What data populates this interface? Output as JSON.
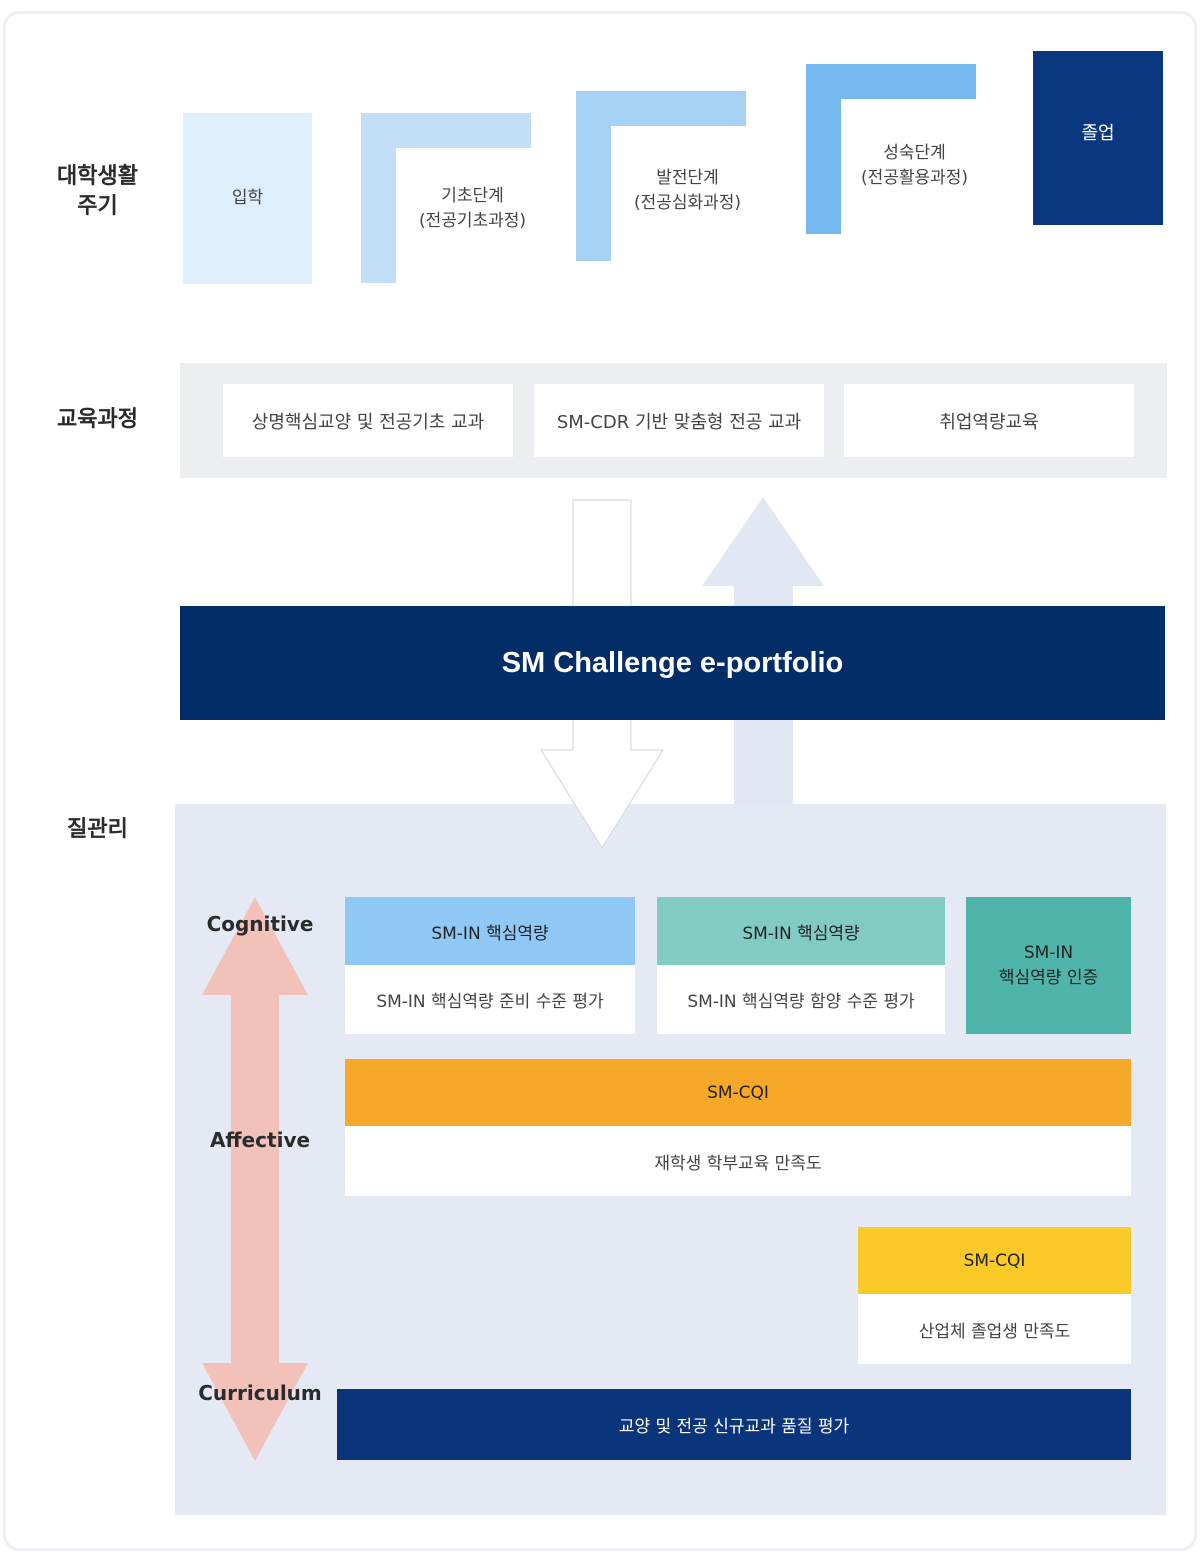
{
  "rows": {
    "lifecycle_label": [
      "대학생활",
      "주기"
    ],
    "curriculum_label": "교육과정",
    "quality_label": "질관리"
  },
  "stages": {
    "admission": "입학",
    "basic": [
      "기초단계",
      "(전공기초과정)"
    ],
    "development": [
      "발전단계",
      "(전공심화과정)"
    ],
    "maturity": [
      "성숙단계",
      "(전공활용과정)"
    ],
    "graduation": "졸업"
  },
  "curriculum": {
    "items": [
      "상명핵심교양 및 전공기초 교과",
      "SM-CDR 기반 맞춤형 전공 교과",
      "취업역량교육"
    ]
  },
  "portfolio": {
    "title": "SM Challenge e-portfolio"
  },
  "quality": {
    "axis": {
      "top": "Cognitive",
      "middle": "Affective",
      "bottom": "Curriculum"
    },
    "competency_readiness": {
      "head": "SM-IN 핵심역량",
      "body": "SM-IN 핵심역량 준비 수준 평가"
    },
    "competency_level": {
      "head": "SM-IN 핵심역량",
      "body": "SM-IN 핵심역량 함양 수준 평가"
    },
    "competency_cert": [
      "SM-IN",
      "핵심역량 인증"
    ],
    "cqi_student": {
      "head": "SM-CQI",
      "body": "재학생 학부교육 만족도"
    },
    "cqi_industry": {
      "head": "SM-CQI",
      "body": "산업체 졸업생 만족도"
    },
    "course_eval": "교양 및 전공 신규교과 품질 평가"
  },
  "colors": {
    "stage1": "#ddeefc",
    "stage2": "#c3dff8",
    "stage3": "#a5d1f5",
    "stage4": "#74b8f0",
    "graduation": "#0a3880",
    "portfolio": "#032d66",
    "quality_bg": "#e4e9f4",
    "curriculum_bg": "#eceef2",
    "head_blue": "#90c8f5",
    "head_mint": "#82cbc3",
    "cert_teal": "#4fb5ab",
    "cqi_orange": "#f6a828",
    "cqi_yellow": "#fbc928",
    "course_navy": "#0b357a",
    "axis_arrow": "#f2c1b9"
  }
}
